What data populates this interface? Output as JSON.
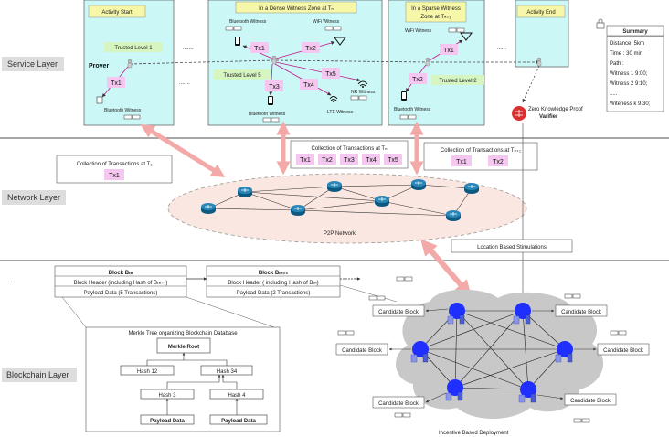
{
  "layers": {
    "service": "Service Layer",
    "network": "Network Layer",
    "blockchain": "Blockchain Layer"
  },
  "zones": {
    "activity_start": "Activity Start",
    "dense": "In a Dense Witness Zone  at Tₙ",
    "sparse_line1": "In a Sparse Witness",
    "sparse_line2": "Zone  at Tₙ₊₁",
    "activity_end": "Activity End"
  },
  "trusted": {
    "level1": "Trusted Level 1",
    "level5": "Trusted Level 5",
    "level2": "Trusted Level 2"
  },
  "prover": "Prover",
  "verifier_line1": "Zero Knowledge Proof",
  "verifier_line2": "Varifier",
  "witnesses": {
    "bt": "Bluetooth Witness",
    "wifi": "WiFi Witness",
    "nr": "NR Witness",
    "lte": "LTE Witness"
  },
  "tx": {
    "tx1": "Tx1",
    "tx2": "Tx2",
    "tx3": "Tx3",
    "tx4": "Tx4",
    "tx5": "Tx5"
  },
  "ellipsis": {
    "a": ".......",
    "b": "......",
    "c": ".......",
    "d": "....."
  },
  "summary": {
    "title": "Summary",
    "lines": [
      "Distance: 5km",
      "Time : 30 min",
      "Path :",
      "Witness 1 9:00;",
      "Witness 2 9:10;",
      ".....",
      "Witeness k 9:30;"
    ]
  },
  "collections": {
    "t1": "Collection of Transactions at T₁",
    "tn": "Collection of Transactions at Tₙ",
    "tn1": "Collection of Transactions at Tₙ₊₁"
  },
  "p2p": "P2P Network",
  "location": "Location Based Stimulations",
  "blocks": {
    "bn_title": "Block Bₜₙ",
    "bn_header": "Block Header (including Hash of Bₜₙ₋₁)",
    "bn_payload": "Payload Data (5 Transactions)",
    "bn1_title": "Block Bₜₙ₊₁",
    "bn1_header": "Block Header ( including Hash of Bₜₙ)",
    "bn1_payload": "Payload Data (2 Transactions)"
  },
  "merkle": {
    "title": "Merkle Tree organizing Blockchain Database",
    "root": "Merkle Root",
    "h12": "Hash 12",
    "h34": "Hash 34",
    "h3": "Hash 3",
    "h4": "Hash 4",
    "payload": "Payload Data"
  },
  "candidate": "Candidate Block",
  "incentive": "Incentive Based Deployment",
  "colors": {
    "zone": "#ccf7f7",
    "trusted": "#d6f5c0",
    "tx": "#f5c7f0",
    "arrow": "#f4a9a9",
    "node": "#1e2fff",
    "cloud": "#c8c8c8"
  }
}
